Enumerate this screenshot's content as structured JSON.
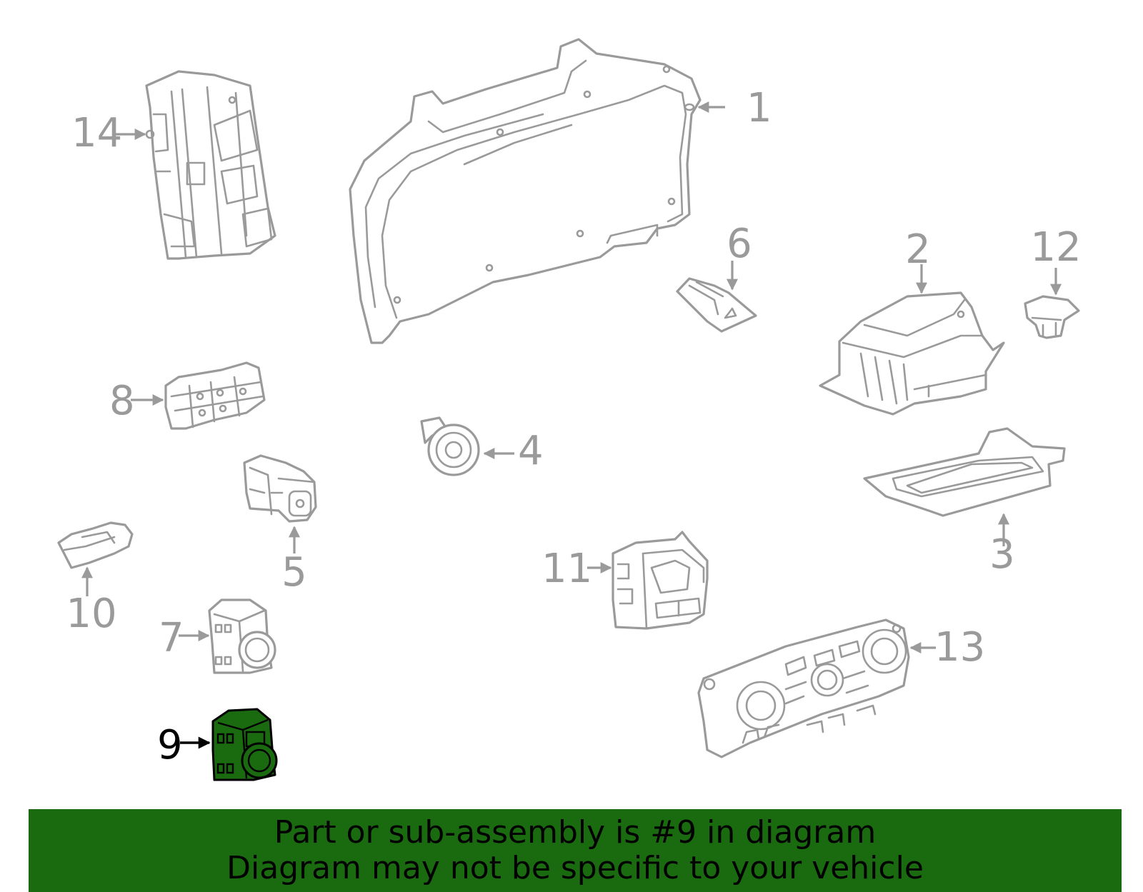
{
  "diagram": {
    "highlight_color": "#1a6a10",
    "line_color": "#9a9a9a",
    "highlighted_callout": "9",
    "callouts": [
      {
        "id": "c1",
        "label": "1"
      },
      {
        "id": "c2",
        "label": "2"
      },
      {
        "id": "c3",
        "label": "3"
      },
      {
        "id": "c4",
        "label": "4"
      },
      {
        "id": "c5",
        "label": "5"
      },
      {
        "id": "c6",
        "label": "6"
      },
      {
        "id": "c7",
        "label": "7"
      },
      {
        "id": "c8",
        "label": "8"
      },
      {
        "id": "c9",
        "label": "9"
      },
      {
        "id": "c10",
        "label": "10"
      },
      {
        "id": "c11",
        "label": "11"
      },
      {
        "id": "c12",
        "label": "12"
      },
      {
        "id": "c13",
        "label": "13"
      },
      {
        "id": "c14",
        "label": "14"
      }
    ]
  },
  "banner": {
    "line1": "Part or sub-assembly is #9 in diagram",
    "line2": "Diagram may not be specific to your vehicle",
    "background": "#1a6a10"
  }
}
